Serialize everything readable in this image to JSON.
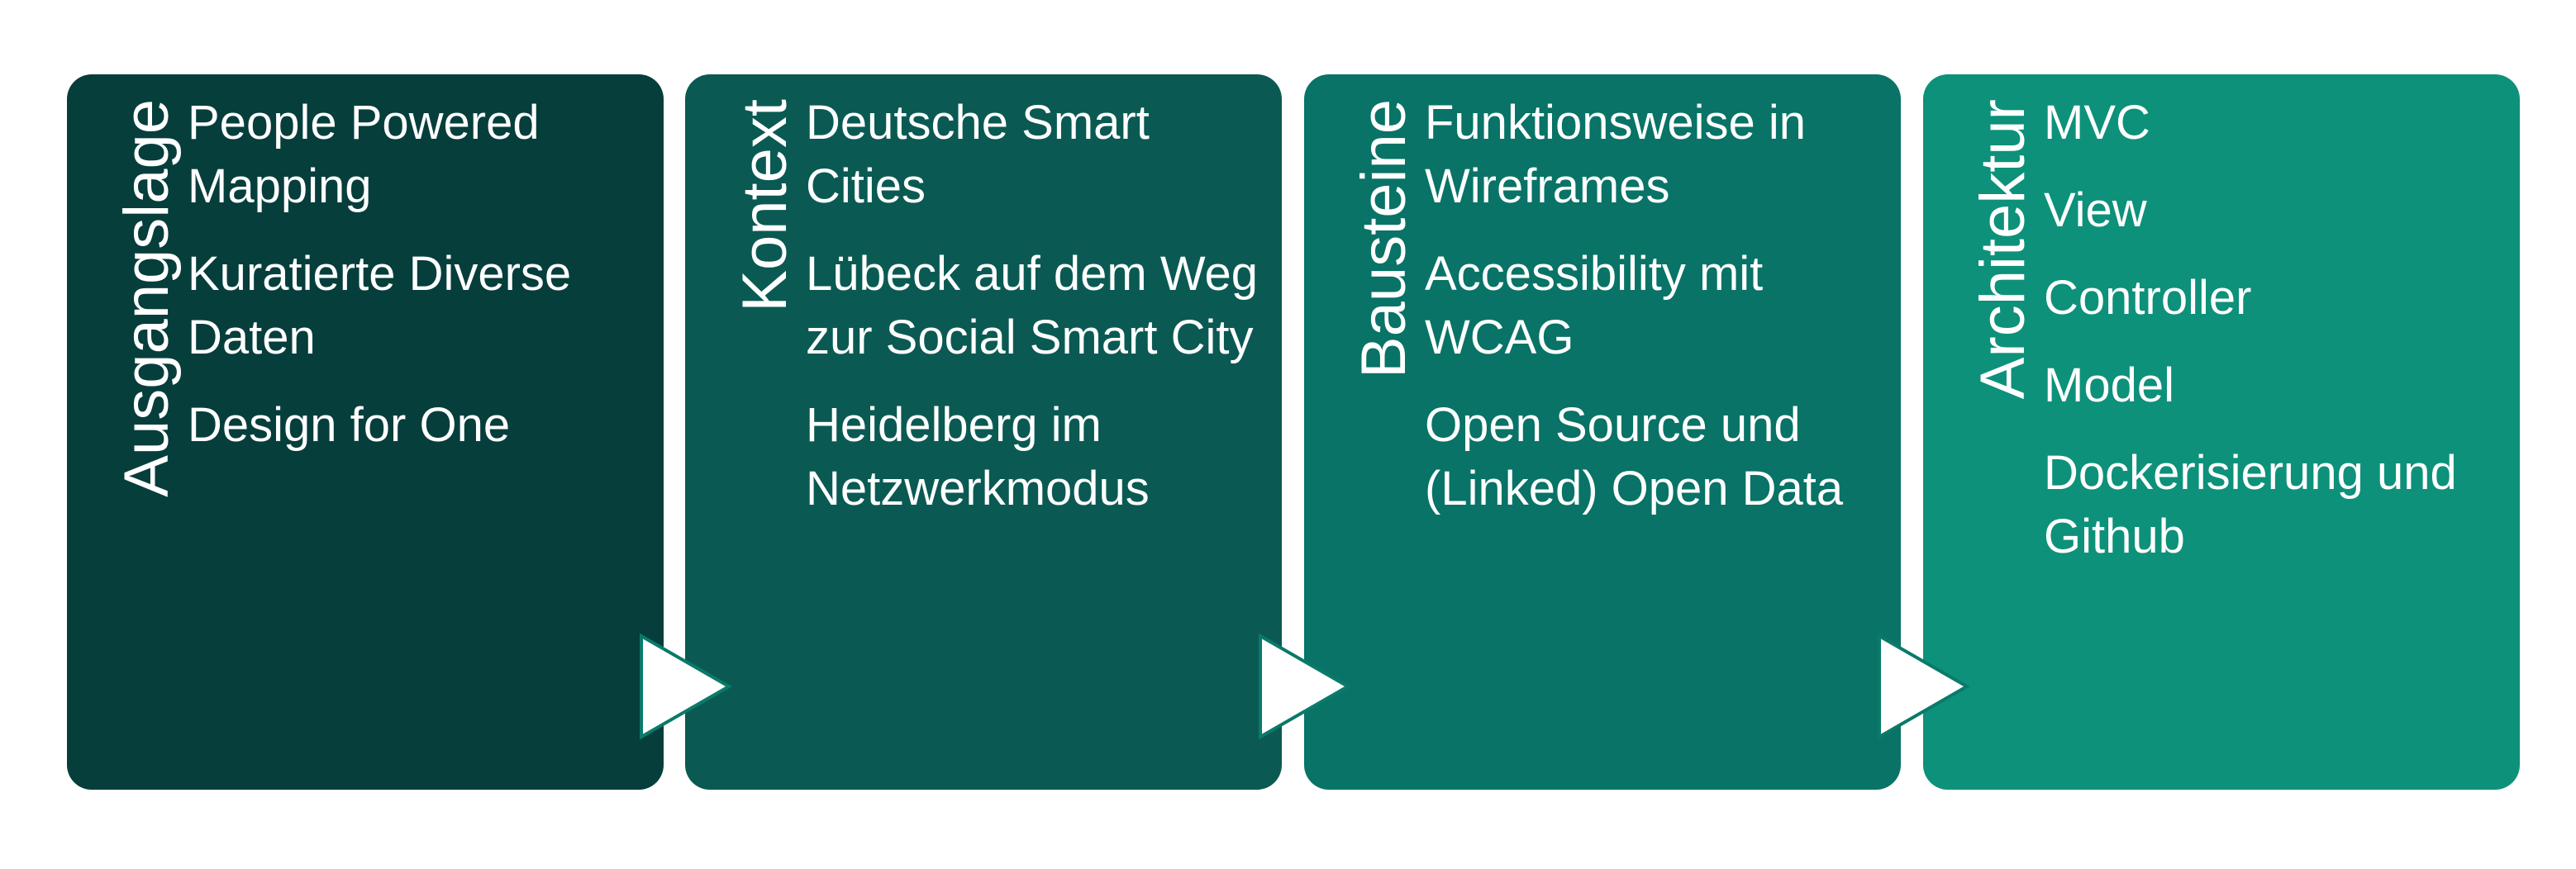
{
  "stages": [
    {
      "title": "Ausgangslage",
      "items": [
        "People Powered Mapping",
        "Kuratierte Diverse Daten",
        "Design for One"
      ]
    },
    {
      "title": "Kontext",
      "items": [
        "Deutsche Smart Cities",
        "Lübeck auf dem Weg zur Social Smart City",
        "Heidelberg im Netzwerkmodus"
      ]
    },
    {
      "title": "Bausteine",
      "items": [
        "Funktionsweise in Wireframes",
        "Accessibility mit WCAG",
        "Open Source und (Linked) Open Data"
      ]
    },
    {
      "title": "Architektur",
      "items": [
        "MVC",
        "View",
        "Controller",
        "Model",
        "Dockerisierung und Github"
      ]
    }
  ],
  "colors": {
    "panel_1": "#063e3c",
    "panel_2": "#0a5a53",
    "panel_3": "#087366",
    "panel_4": "#0d917a",
    "arrow_fill": "#ffffff",
    "arrow_stroke": "#0a7a6a",
    "text": "#ffffff"
  },
  "icons": [
    "arrow-right-icon"
  ]
}
